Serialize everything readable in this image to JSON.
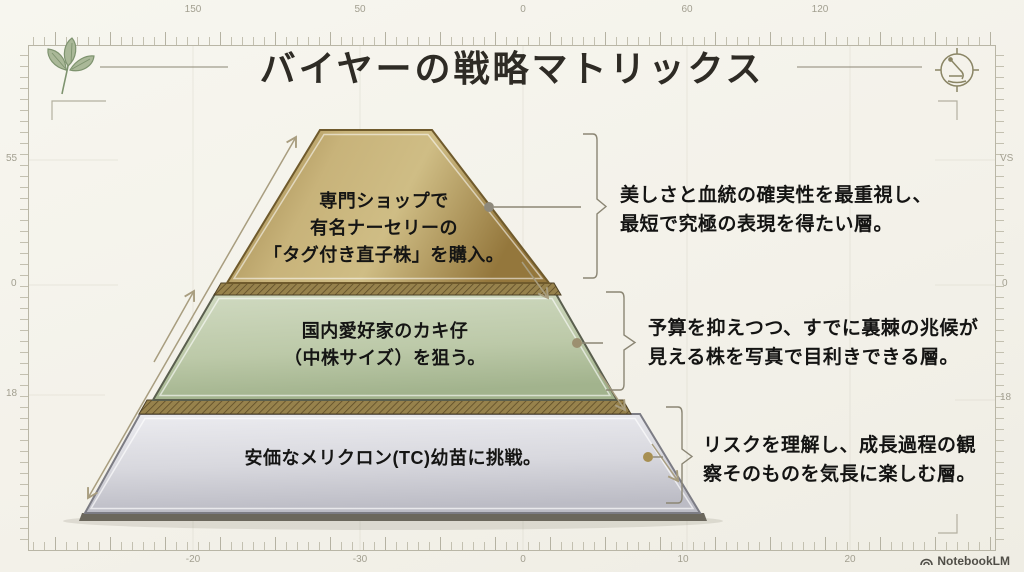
{
  "title": "バイヤーの戦略マトリックス",
  "pyramid": {
    "tiers": [
      {
        "name": "top",
        "fill_color": "#c2ad72",
        "dot_color": "#8e897b",
        "lines": [
          "専門ショップで",
          "有名ナーセリーの",
          "「タグ付き直子株」を購入。"
        ],
        "annotation_lines": [
          "美しさと血統の確実性を最重視し、",
          "最短で究極の表現を得たい層。"
        ]
      },
      {
        "name": "middle",
        "fill_color": "#b8c6a4",
        "dot_color": "#9c9070",
        "lines": [
          "国内愛好家のカキ仔",
          "（中株サイズ）を狙う。"
        ],
        "annotation_lines": [
          "予算を抑えつつ、すでに裏棘の兆候が",
          "見える株を写真で目利きできる層。"
        ]
      },
      {
        "name": "bottom",
        "fill_color": "#d5d5db",
        "dot_color": "#a78f52",
        "lines": [
          "安価なメリクロン(TC)幼苗に挑戦。"
        ],
        "annotation_lines": [
          "リスクを理解し、成長過程の観",
          "察そのものを気長に楽しむ層。"
        ]
      }
    ]
  },
  "rulers": {
    "top": [
      "150",
      "50",
      "0",
      "60",
      "120"
    ],
    "bottom": [
      "-20",
      "-30",
      "0",
      "10",
      "20"
    ],
    "left": [
      "55",
      "0",
      "18"
    ],
    "right": [
      "VS",
      "0",
      "18"
    ]
  },
  "icons": {
    "leaf": "three-leaf-sprig",
    "microscope": "microscope-in-crosshair-circle",
    "logo": "notebooklm-swirl"
  },
  "colors": {
    "background": "#f4f2ea",
    "line": "#8b8674",
    "arrow": "#a89d7f",
    "ruler": "#b9b6a6",
    "title_text": "#2e2b25",
    "body_text": "#141413"
  },
  "branding": {
    "label": "NotebookLM"
  }
}
